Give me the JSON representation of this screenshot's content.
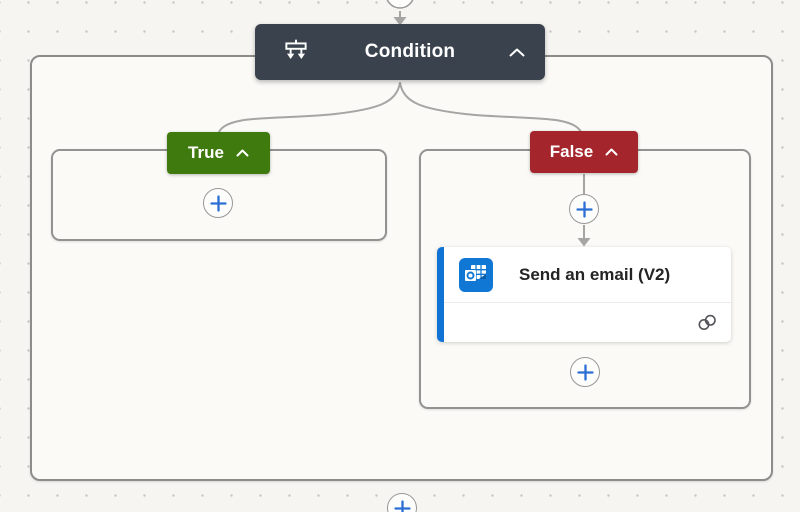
{
  "canvas": {
    "background_color": "#f6f5f2",
    "dot_color": "#c9c7c5",
    "connector_color": "#a7a5a3"
  },
  "condition": {
    "label": "Condition",
    "header_color": "#39424d",
    "icon": "condition-branch-icon",
    "collapse_icon": "chevron-up-icon"
  },
  "branches": {
    "true_branch": {
      "label": "True",
      "color": "#3e7a0d",
      "collapse_icon": "chevron-up-icon"
    },
    "false_branch": {
      "label": "False",
      "color": "#a4262c",
      "collapse_icon": "chevron-up-icon"
    }
  },
  "email_action": {
    "title": "Send an email (V2)",
    "connector_icon": "outlook-icon",
    "connector_color": "#1078d4",
    "accent_color": "#1173d4",
    "footer_icon": "connection-link-icon"
  },
  "add_action": {
    "icon": "plus-icon",
    "plus_color": "#2b6fd6",
    "circle_border_color": "#9a9896"
  }
}
